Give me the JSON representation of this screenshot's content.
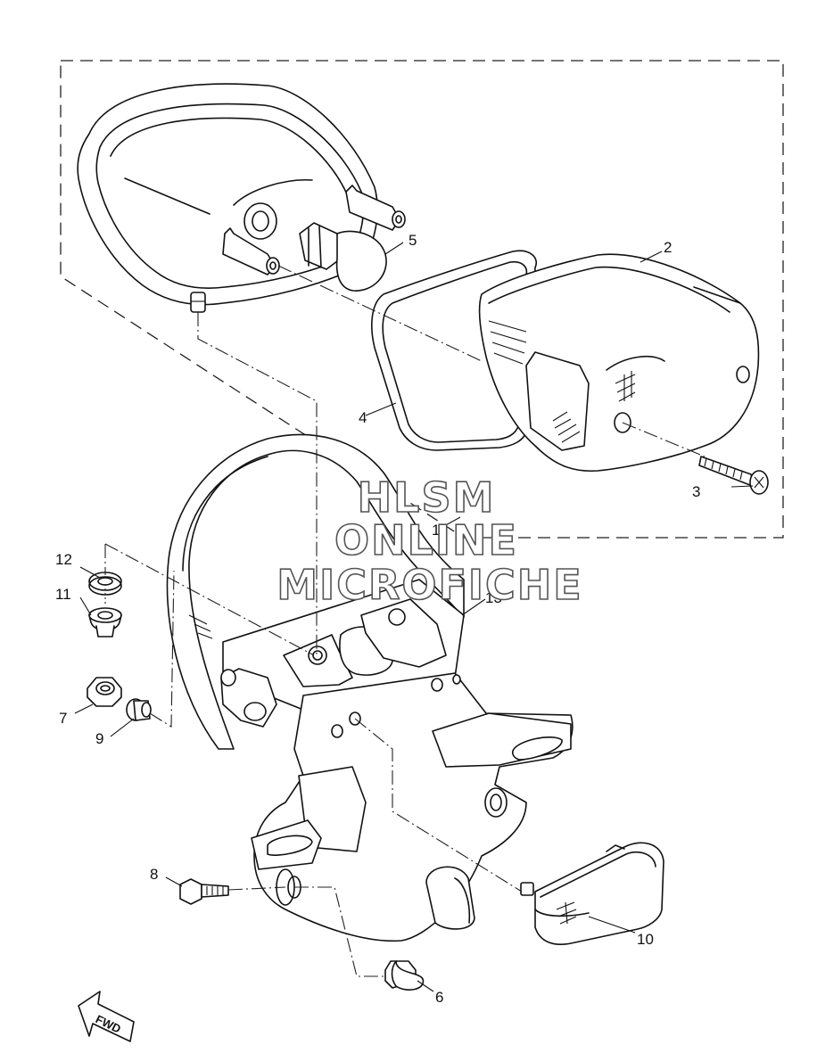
{
  "watermark": {
    "line1": "HLSM",
    "line2": "ONLINE",
    "line3": "MICROFICHE"
  },
  "direction_label": "FWD",
  "callouts": [
    {
      "id": "c1",
      "label": "1"
    },
    {
      "id": "c2",
      "label": "2"
    },
    {
      "id": "c3",
      "label": "3"
    },
    {
      "id": "c4",
      "label": "4"
    },
    {
      "id": "c5",
      "label": "5"
    },
    {
      "id": "c6",
      "label": "6"
    },
    {
      "id": "c7",
      "label": "7"
    },
    {
      "id": "c8",
      "label": "8"
    },
    {
      "id": "c9",
      "label": "9"
    },
    {
      "id": "c10",
      "label": "10"
    },
    {
      "id": "c11",
      "label": "11"
    },
    {
      "id": "c12",
      "label": "12"
    },
    {
      "id": "c13",
      "label": "13"
    }
  ]
}
